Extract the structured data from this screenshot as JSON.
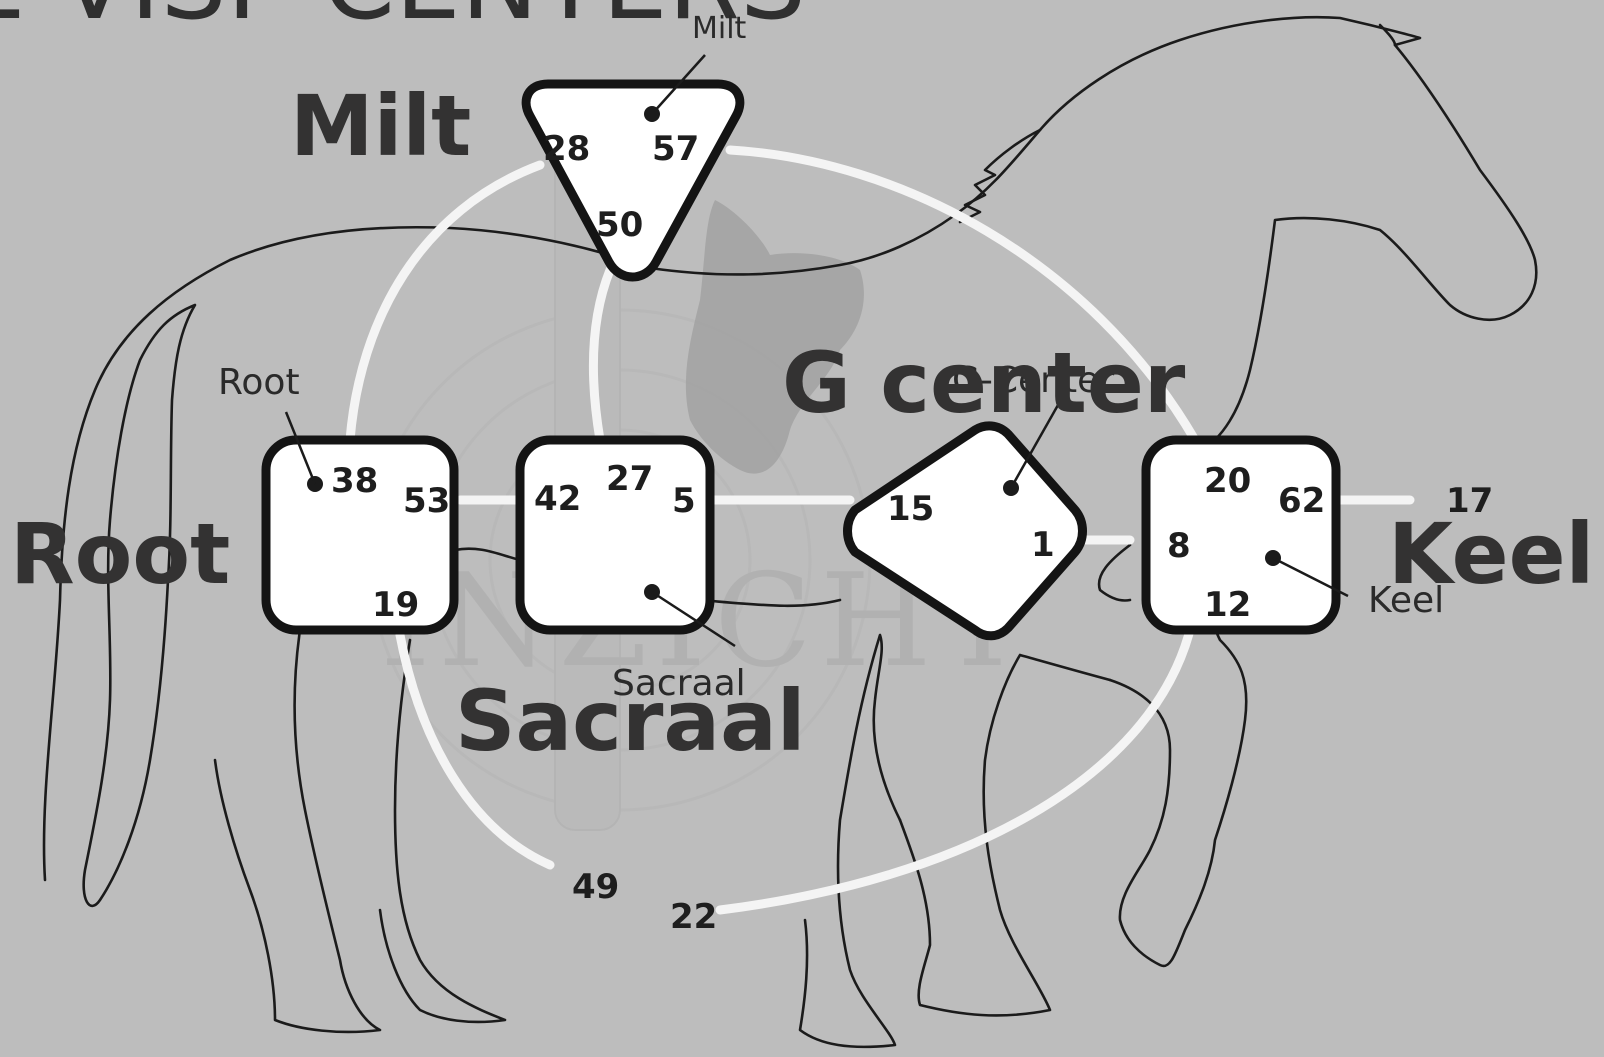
{
  "header": {
    "partial_title": "E VISP CENTERS"
  },
  "labels": {
    "milt": "Milt",
    "root": "Root",
    "g_center": "G center",
    "keel": "Keel",
    "sacraal": "Sacraal"
  },
  "small_labels": {
    "milt": "Milt",
    "root": "Root",
    "g_center": "G-Center",
    "keel": "Keel",
    "sacraal": "Sacraal"
  },
  "watermark": {
    "text": "INZICHT"
  },
  "gates": {
    "milt": [
      "28",
      "57",
      "50"
    ],
    "root": [
      "38",
      "53",
      "19"
    ],
    "sacraal": [
      "42",
      "27",
      "5"
    ],
    "g_center": [
      "15",
      "1"
    ],
    "keel": [
      "20",
      "62",
      "8",
      "12"
    ],
    "channel_ends": [
      "17",
      "49",
      "22"
    ]
  },
  "colors": {
    "background": "#bdbdbd",
    "channel": "#f4f4f4",
    "outline": "#141414",
    "label": "#333232"
  }
}
